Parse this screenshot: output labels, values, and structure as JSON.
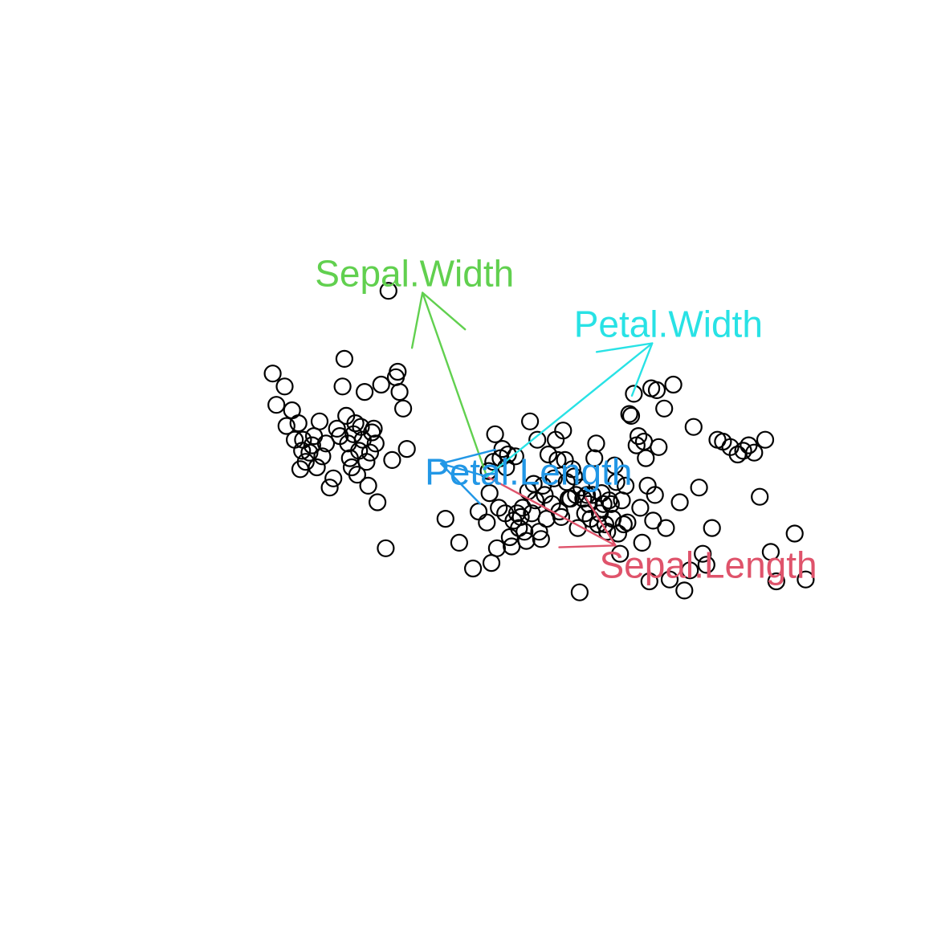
{
  "chart_data": {
    "type": "scatter",
    "title": "",
    "xlabel": "",
    "ylabel": "",
    "grid": false,
    "xlim": [
      -3.2,
      4.0
    ],
    "ylim": [
      -3.9,
      3.0
    ],
    "points": [
      [
        -1.98,
        1.12
      ],
      [
        -1.94,
        0.78
      ],
      [
        -1.85,
        0.98
      ],
      [
        -1.83,
        0.55
      ],
      [
        -1.77,
        0.72
      ],
      [
        -1.74,
        0.4
      ],
      [
        -1.7,
        0.58
      ],
      [
        -1.68,
        0.08
      ],
      [
        -1.66,
        0.28
      ],
      [
        -1.65,
        0.4
      ],
      [
        -1.62,
        0.16
      ],
      [
        -1.58,
        0.26
      ],
      [
        -1.55,
        0.34
      ],
      [
        -1.53,
        0.44
      ],
      [
        -1.5,
        0.1
      ],
      [
        -1.47,
        0.6
      ],
      [
        -1.44,
        0.22
      ],
      [
        -1.4,
        0.36
      ],
      [
        -1.36,
        -0.12
      ],
      [
        -1.32,
        -0.02
      ],
      [
        -1.28,
        0.52
      ],
      [
        -1.25,
        0.44
      ],
      [
        -1.22,
        0.98
      ],
      [
        -1.2,
        1.28
      ],
      [
        -1.18,
        0.66
      ],
      [
        -1.16,
        0.36
      ],
      [
        -1.14,
        0.2
      ],
      [
        -1.12,
        0.1
      ],
      [
        -1.1,
        0.46
      ],
      [
        -1.08,
        0.58
      ],
      [
        -1.06,
        0.02
      ],
      [
        -1.04,
        0.28
      ],
      [
        -1.02,
        0.54
      ],
      [
        -1.0,
        0.4
      ],
      [
        -0.98,
        0.92
      ],
      [
        -0.96,
        0.16
      ],
      [
        -0.94,
        -0.1
      ],
      [
        -0.92,
        0.26
      ],
      [
        -0.9,
        0.48
      ],
      [
        -0.88,
        0.52
      ],
      [
        -0.86,
        0.36
      ],
      [
        -0.84,
        -0.28
      ],
      [
        -0.8,
        1.0
      ],
      [
        -0.75,
        -0.78
      ],
      [
        -0.72,
        2.02
      ],
      [
        -0.68,
        0.18
      ],
      [
        -0.64,
        1.08
      ],
      [
        -0.62,
        1.14
      ],
      [
        -0.6,
        0.92
      ],
      [
        -0.56,
        0.74
      ],
      [
        -0.52,
        0.3
      ],
      [
        -0.1,
        -0.46
      ],
      [
        0.05,
        -0.72
      ],
      [
        0.2,
        -1.0
      ],
      [
        0.26,
        -0.38
      ],
      [
        0.35,
        -0.5
      ],
      [
        0.37,
        0.06
      ],
      [
        0.38,
        -0.18
      ],
      [
        0.4,
        -0.94
      ],
      [
        0.42,
        0.16
      ],
      [
        0.44,
        0.46
      ],
      [
        0.46,
        -0.78
      ],
      [
        0.48,
        -0.34
      ],
      [
        0.5,
        0.2
      ],
      [
        0.52,
        0.3
      ],
      [
        0.55,
        -0.4
      ],
      [
        0.56,
        0.1
      ],
      [
        0.58,
        0.24
      ],
      [
        0.6,
        -0.66
      ],
      [
        0.62,
        -0.76
      ],
      [
        0.64,
        -0.48
      ],
      [
        0.66,
        0.22
      ],
      [
        0.68,
        -0.4
      ],
      [
        0.7,
        -0.56
      ],
      [
        0.72,
        -0.44
      ],
      [
        0.74,
        -0.34
      ],
      [
        0.76,
        -0.6
      ],
      [
        0.78,
        -0.7
      ],
      [
        0.8,
        -0.16
      ],
      [
        0.82,
        0.6
      ],
      [
        0.84,
        -0.4
      ],
      [
        0.86,
        -0.08
      ],
      [
        0.88,
        -0.26
      ],
      [
        0.9,
        0.4
      ],
      [
        0.92,
        -0.6
      ],
      [
        0.94,
        -0.68
      ],
      [
        0.96,
        -0.1
      ],
      [
        0.98,
        -0.2
      ],
      [
        1.0,
        -0.46
      ],
      [
        1.02,
        0.24
      ],
      [
        1.06,
        -0.3
      ],
      [
        1.08,
        -0.02
      ],
      [
        1.1,
        0.4
      ],
      [
        1.12,
        0.18
      ],
      [
        1.14,
        -0.38
      ],
      [
        1.16,
        -0.44
      ],
      [
        1.18,
        0.5
      ],
      [
        1.2,
        0.18
      ],
      [
        1.22,
        -0.06
      ],
      [
        1.24,
        -0.24
      ],
      [
        1.26,
        -0.24
      ],
      [
        1.28,
        0.08
      ],
      [
        1.3,
        0.0
      ],
      [
        1.32,
        -0.2
      ],
      [
        1.34,
        -0.56
      ],
      [
        1.36,
        -1.26
      ],
      [
        1.38,
        -0.12
      ],
      [
        1.4,
        -0.24
      ],
      [
        1.42,
        -0.4
      ],
      [
        1.44,
        -0.2
      ],
      [
        1.46,
        -0.3
      ],
      [
        1.48,
        -0.46
      ],
      [
        1.5,
        -0.2
      ],
      [
        1.52,
        0.2
      ],
      [
        1.54,
        0.36
      ],
      [
        1.56,
        -0.52
      ],
      [
        1.58,
        -0.4
      ],
      [
        1.6,
        -0.18
      ],
      [
        1.62,
        -0.3
      ],
      [
        1.64,
        -0.52
      ],
      [
        1.66,
        -0.6
      ],
      [
        1.68,
        -0.26
      ],
      [
        1.7,
        -0.3
      ],
      [
        1.72,
        -0.46
      ],
      [
        1.74,
        0.12
      ],
      [
        1.76,
        -0.06
      ],
      [
        1.78,
        -0.62
      ],
      [
        1.8,
        -0.84
      ],
      [
        1.82,
        -0.26
      ],
      [
        1.84,
        -0.52
      ],
      [
        1.86,
        -0.1
      ],
      [
        1.88,
        -0.5
      ],
      [
        1.9,
        0.68
      ],
      [
        1.92,
        0.66
      ],
      [
        1.95,
        0.9
      ],
      [
        1.98,
        0.34
      ],
      [
        2.0,
        0.44
      ],
      [
        2.02,
        -0.34
      ],
      [
        2.04,
        -0.72
      ],
      [
        2.06,
        0.38
      ],
      [
        2.08,
        0.2
      ],
      [
        2.1,
        -0.1
      ],
      [
        2.12,
        -1.14
      ],
      [
        2.14,
        0.96
      ],
      [
        2.16,
        -0.48
      ],
      [
        2.18,
        -0.2
      ],
      [
        2.2,
        0.94
      ],
      [
        2.22,
        0.32
      ],
      [
        2.28,
        0.74
      ],
      [
        2.3,
        -0.56
      ],
      [
        2.34,
        -1.12
      ],
      [
        2.38,
        1.0
      ],
      [
        2.45,
        -0.28
      ],
      [
        2.5,
        -1.24
      ],
      [
        2.56,
        -1.02
      ],
      [
        2.6,
        0.54
      ],
      [
        2.66,
        -0.12
      ],
      [
        2.7,
        -0.84
      ],
      [
        2.74,
        -0.96
      ],
      [
        2.8,
        -0.56
      ],
      [
        2.86,
        0.4
      ],
      [
        2.92,
        0.38
      ],
      [
        3.0,
        0.32
      ],
      [
        3.08,
        0.24
      ],
      [
        3.14,
        0.28
      ],
      [
        3.2,
        0.34
      ],
      [
        3.26,
        0.26
      ],
      [
        3.32,
        -0.22
      ],
      [
        3.38,
        0.4
      ],
      [
        3.44,
        -0.82
      ],
      [
        3.5,
        -1.14
      ],
      [
        3.7,
        -0.62
      ],
      [
        3.82,
        -1.12
      ]
    ],
    "loadings": [
      {
        "name": "Sepal.Length",
        "label": "Sepal.Length",
        "x": 1.4,
        "y": -0.75,
        "color": "#DF536B"
      },
      {
        "name": "Sepal.Width",
        "label": "Sepal.Width",
        "x": -0.7,
        "y": 2.0,
        "color": "#61D04F"
      },
      {
        "name": "Petal.Length",
        "label": "Petal.Length",
        "x": -0.5,
        "y": 0.14,
        "color": "#2297E6"
      },
      {
        "name": "Petal.Width",
        "label": "Petal.Width",
        "x": 1.8,
        "y": 1.45,
        "color": "#28E2E5"
      }
    ]
  }
}
